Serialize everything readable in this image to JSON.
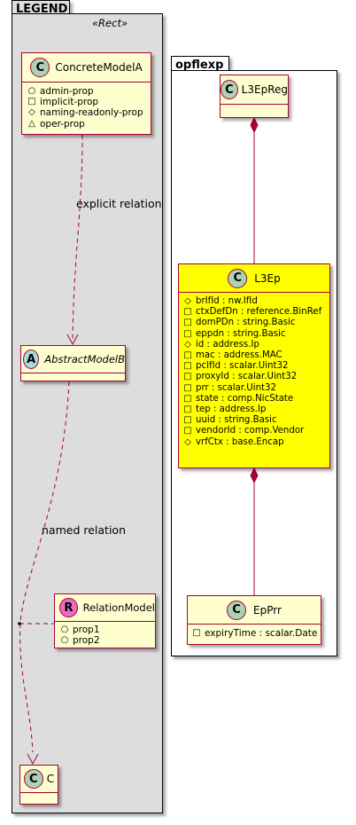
{
  "packages": {
    "legend": {
      "title": "LEGEND",
      "stereotype": "«Rect»"
    },
    "opflexp": {
      "title": "opflexp"
    }
  },
  "relations": {
    "explicit": "explicit relation",
    "named": "named relation"
  },
  "classes": {
    "concrete": {
      "spot": "C",
      "name": "ConcreteModelA",
      "attrs": [
        {
          "vis": "○",
          "text": "admin-prop"
        },
        {
          "vis": "□",
          "text": "implicit-prop"
        },
        {
          "vis": "◇",
          "text": "naming-readonly-prop"
        },
        {
          "vis": "△",
          "text": "oper-prop"
        }
      ]
    },
    "abstract": {
      "spot": "A",
      "name": "AbstractModelB"
    },
    "relation": {
      "spot": "R",
      "name": "RelationModel",
      "attrs": [
        {
          "vis": "○",
          "text": "prop1"
        },
        {
          "vis": "○",
          "text": "prop2"
        }
      ]
    },
    "c": {
      "spot": "C",
      "name": "C"
    },
    "l3epreg": {
      "spot": "C",
      "name": "L3EpReg"
    },
    "l3ep": {
      "spot": "C",
      "name": "L3Ep",
      "attrs": [
        {
          "vis": "◇",
          "text": "brIfId : nw.IfId"
        },
        {
          "vis": "□",
          "text": "ctxDefDn : reference.BinRef"
        },
        {
          "vis": "□",
          "text": "domPDn : string.Basic"
        },
        {
          "vis": "□",
          "text": "eppdn : string.Basic"
        },
        {
          "vis": "◇",
          "text": "id : address.Ip"
        },
        {
          "vis": "□",
          "text": "mac : address.MAC"
        },
        {
          "vis": "□",
          "text": "pcIfId : scalar.Uint32"
        },
        {
          "vis": "□",
          "text": "proxyId : scalar.Uint32"
        },
        {
          "vis": "□",
          "text": "prr : scalar.Uint32"
        },
        {
          "vis": "□",
          "text": "state : comp.NicState"
        },
        {
          "vis": "□",
          "text": "tep : address.Ip"
        },
        {
          "vis": "□",
          "text": "uuid : string.Basic"
        },
        {
          "vis": "□",
          "text": "vendorId : comp.Vendor"
        },
        {
          "vis": "◇",
          "text": "vrfCtx : base.Encap"
        }
      ]
    },
    "epprr": {
      "spot": "C",
      "name": "EpPrr",
      "attrs": [
        {
          "vis": "□",
          "text": "expiryTime : scalar.Date"
        }
      ]
    }
  },
  "colors": {
    "class_fill": "#fefece",
    "class_border": "#a80036",
    "highlight_fill": "#ffff00",
    "legend_bg": "#dddddd",
    "spot_c": "#add1b2",
    "spot_a": "#a9dcdf",
    "spot_r": "#eb6bbf"
  }
}
